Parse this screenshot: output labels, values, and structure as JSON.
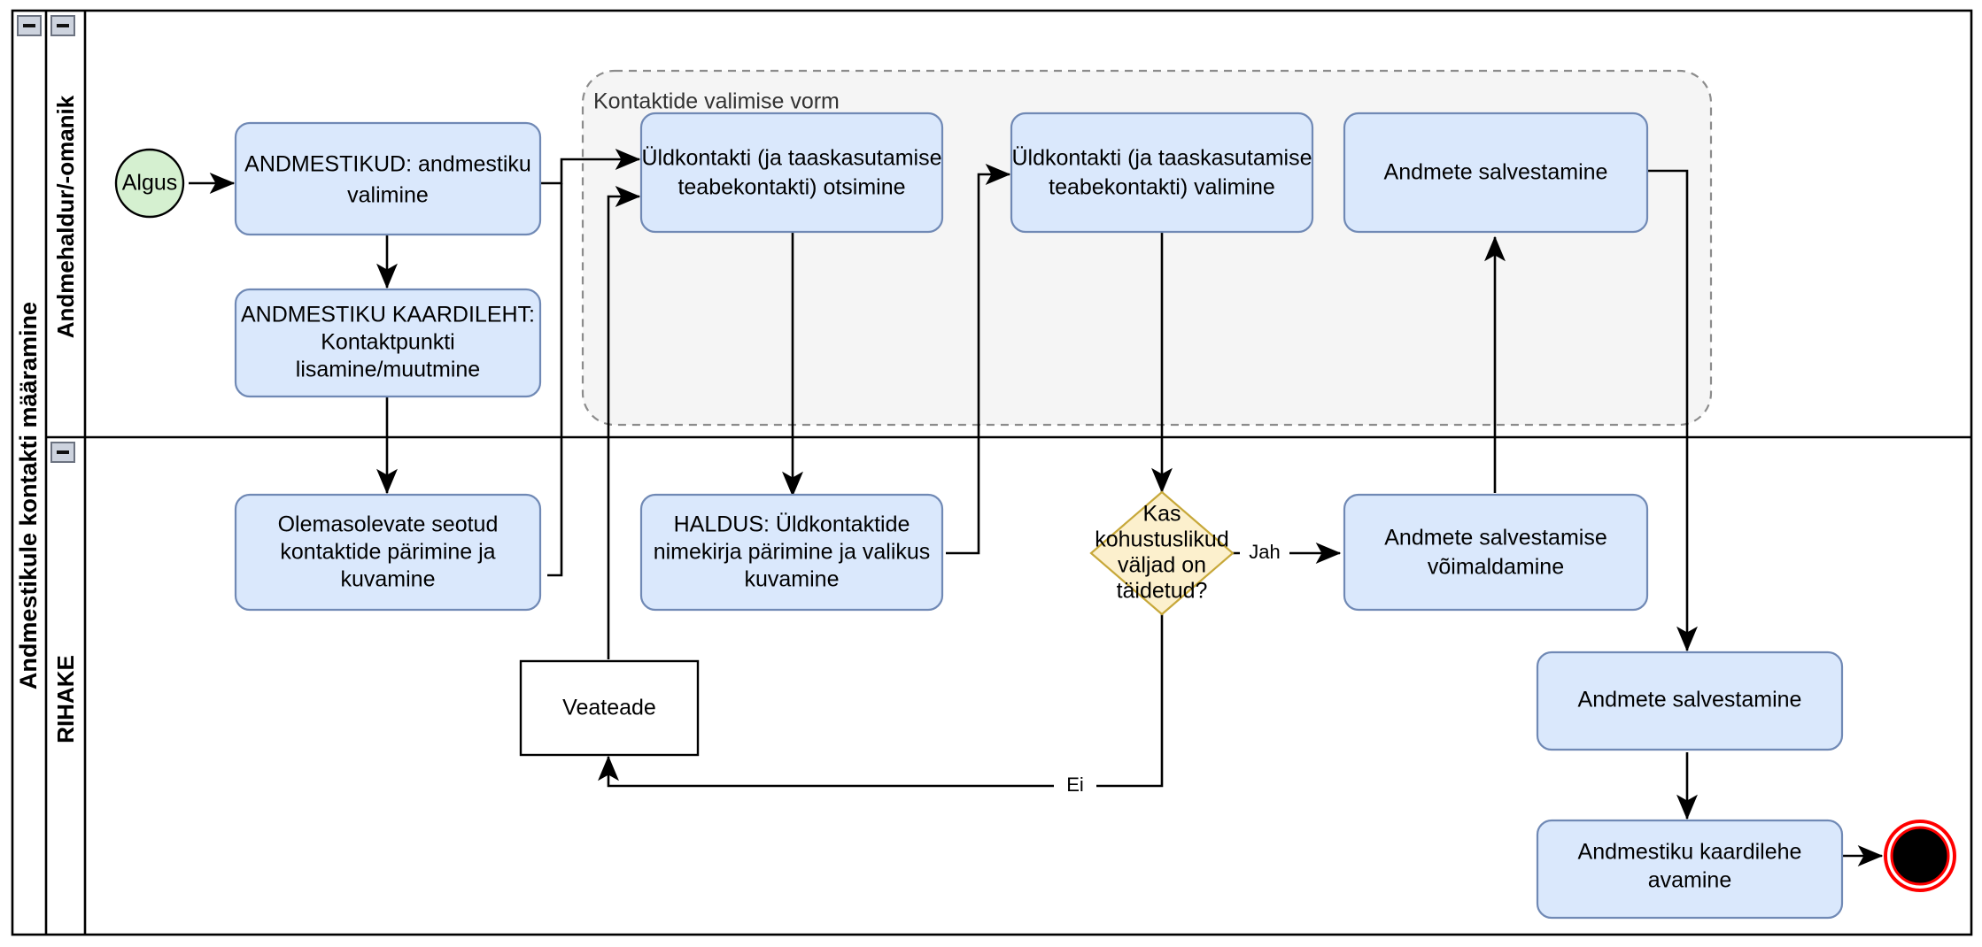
{
  "pool": {
    "label": "Andmestikule kontakti määramine"
  },
  "lanes": [
    {
      "id": "lane-andmehaldur",
      "label": "Andmehaldur/-omanik"
    },
    {
      "id": "lane-rihake",
      "label": "RIHAKE"
    }
  ],
  "group": {
    "label": "Kontaktide valimise vorm"
  },
  "colors": {
    "task_fill": "#dae8fc",
    "task_stroke": "#7089b5",
    "gateway_fill": "#fcf0cd",
    "gateway_stroke": "#c7a83a",
    "start_fill": "#d5f0d0",
    "start_stroke": "#000000",
    "end_stroke": "#ff0000",
    "end_fill": "#000000",
    "group_fill": "#f5f5f5",
    "group_stroke": "#8c8c8c",
    "flow_stroke": "#000000",
    "canvas": "#ffffff"
  },
  "nodes": {
    "start": {
      "label": "Algus",
      "type": "start-event"
    },
    "andmestikud": {
      "label": "ANDMESTIKUD: andmestiku valimine",
      "type": "task"
    },
    "kaardileht": {
      "label": "ANDMESTIKU KAARDILEHT: Kontaktpunkti lisamine/muutmine",
      "type": "task"
    },
    "otsimine": {
      "label": "Üldkontakti (ja taaskasutamise teabekontakti) otsimine",
      "type": "task"
    },
    "valimine": {
      "label": "Üldkontakti (ja taaskasutamise teabekontakti) valimine",
      "type": "task"
    },
    "salvestamine_top": {
      "label": "Andmete salvestamine",
      "type": "task"
    },
    "olemasolevate": {
      "label": "Olemasolevate seotud kontaktide pärimine ja kuvamine",
      "type": "task"
    },
    "haldus": {
      "label": "HALDUS: Üldkontaktide nimekirja pärimine ja valikus kuvamine",
      "type": "task"
    },
    "gateway": {
      "label": "Kas kohustuslikud väljad on täidetud?",
      "type": "gateway"
    },
    "voimaldamine": {
      "label": "Andmete salvestamise võimaldamine",
      "type": "task"
    },
    "veateade": {
      "label": "Veateade",
      "type": "plain-box"
    },
    "salvestamine_bottom": {
      "label": "Andmete salvestamine",
      "type": "task"
    },
    "kaardilehe_avamine": {
      "label": "Andmestiku kaardilehe avamine",
      "type": "task"
    },
    "end": {
      "label": "",
      "type": "end-event"
    }
  },
  "node_lines": {
    "andmestikud": [
      "ANDMESTIKUD: andmestiku",
      "valimine"
    ],
    "kaardileht": [
      "ANDMESTIKU KAARDILEHT:",
      "Kontaktpunkti",
      "lisamine/muutmine"
    ],
    "otsimine": [
      "Üldkontakti (ja taaskasutamise",
      "teabekontakti) otsimine"
    ],
    "valimine": [
      "Üldkontakti (ja taaskasutamise",
      "teabekontakti) valimine"
    ],
    "salvestamine_top": [
      "Andmete salvestamine"
    ],
    "olemasolevate": [
      "Olemasolevate seotud",
      "kontaktide pärimine ja",
      "kuvamine"
    ],
    "haldus": [
      "HALDUS: Üldkontaktide",
      "nimekirja pärimine ja valikus",
      "kuvamine"
    ],
    "gateway": [
      "Kas",
      "kohustuslikud",
      "väljad on",
      "täidetud?"
    ],
    "voimaldamine": [
      "Andmete salvestamise",
      "võimaldamine"
    ],
    "veateade": [
      "Veateade"
    ],
    "salvestamine_bottom": [
      "Andmete salvestamine"
    ],
    "kaardilehe_avamine": [
      "Andmestiku kaardilehe",
      "avamine"
    ]
  },
  "edge_labels": {
    "yes": "Jah",
    "no": "Ei"
  },
  "controls": {
    "pool_collapse": "collapse-minus-icon",
    "lane1_collapse": "collapse-minus-icon",
    "lane2_collapse": "collapse-minus-icon"
  }
}
